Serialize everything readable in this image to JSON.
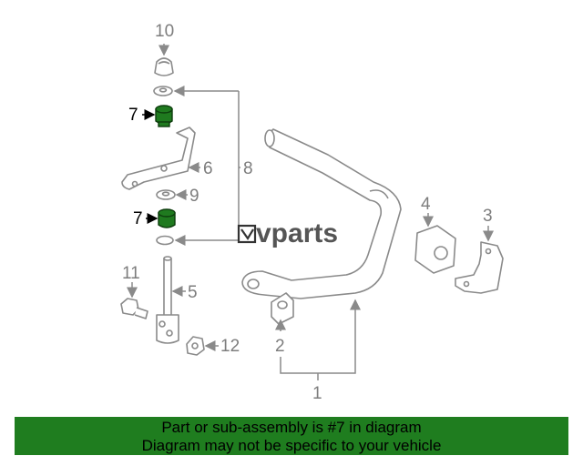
{
  "callouts": {
    "c1": "1",
    "c2": "2",
    "c3": "3",
    "c4": "4",
    "c5": "5",
    "c6": "6",
    "c7a": "7",
    "c7b": "7",
    "c8": "8",
    "c9": "9",
    "c10": "10",
    "c11": "11",
    "c12": "12"
  },
  "watermark": "vparts",
  "banner": {
    "line1": "Part or sub-assembly is #7 in diagram",
    "line2": "Diagram may not be specific to your vehicle"
  },
  "colors": {
    "highlight_part": "#1f7a1f",
    "banner_background": "#1f7d1f",
    "line_gray": "#8a8a8a"
  },
  "icons": {
    "watermark_logo": "ev-logo-icon"
  }
}
